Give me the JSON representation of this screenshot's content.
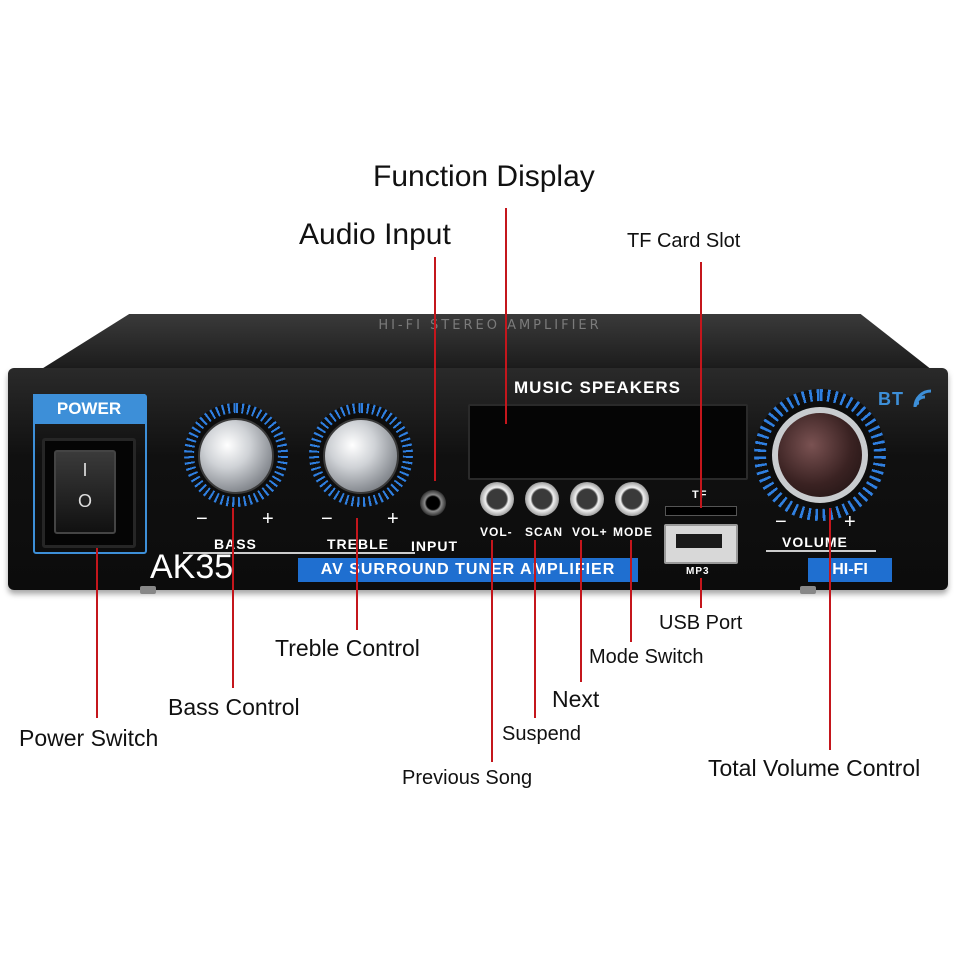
{
  "callouts": {
    "function_display": "Function Display",
    "audio_input": "Audio Input",
    "tf_card_slot": "TF Card Slot",
    "treble_control": "Treble Control",
    "bass_control": "Bass Control",
    "power_switch": "Power Switch",
    "usb_port": "USB Port",
    "mode_switch": "Mode Switch",
    "next": "Next",
    "suspend": "Suspend",
    "previous_song": "Previous Song",
    "total_volume_control": "Total Volume Control"
  },
  "device": {
    "top_print": "HI-FI STEREO AMPLIFIER",
    "power_label": "POWER",
    "switch_on": "I",
    "switch_off": "O",
    "bass_label": "BASS",
    "treble_label": "TREBLE",
    "input_label": "INPUT",
    "minus": "−",
    "plus": "+",
    "display_title": "MUSIC SPEAKERS",
    "bt_label": "BT",
    "buttons": [
      "VOL-",
      "SCAN",
      "VOL+",
      "MODE"
    ],
    "tf_label": "TF",
    "mp3_label": "MP3",
    "volume_label": "VOLUME",
    "model": "AK35",
    "strip_text": "AV SURROUND TUNER AMPLIFIER",
    "hifi_text": "HI-FI"
  },
  "colors": {
    "leader_line": "#c4161c",
    "accent_blue": "#1f6fd0",
    "knob_ring": "#2f7fe0"
  },
  "icons": [
    "bluetooth-wave-icon",
    "rocker-switch-icon"
  ]
}
